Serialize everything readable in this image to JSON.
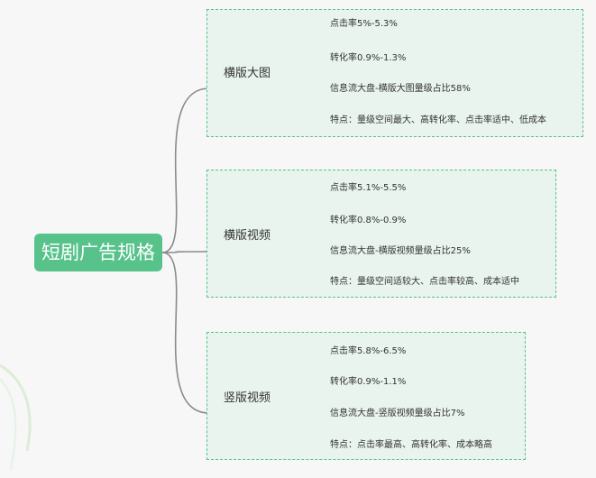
{
  "colors": {
    "accent": "#57c38b",
    "box_fill": "#e9f4ee",
    "line": "#8a8a8a"
  },
  "root": {
    "label": "短剧广告规格"
  },
  "branches": [
    {
      "label": "横版大图",
      "items": [
        "点击率5%-5.3%",
        "转化率0.9%-1.3%",
        "信息流大盘-横版大图量级占比58%",
        "特点：量级空间最大、高转化率、点击率适中、低成本"
      ]
    },
    {
      "label": "横版视频",
      "items": [
        "点击率5.1%-5.5%",
        "转化率0.8%-0.9%",
        "信息流大盘-横版视频量级占比25%",
        "特点：量级空间适较大、点击率较高、成本适中"
      ]
    },
    {
      "label": "竖版视频",
      "items": [
        "点击率5.8%-6.5%",
        "转化率0.9%-1.1%",
        "信息流大盘-竖版视频量级占比7%",
        "特点：点击率最高、高转化率、成本略高"
      ]
    }
  ]
}
